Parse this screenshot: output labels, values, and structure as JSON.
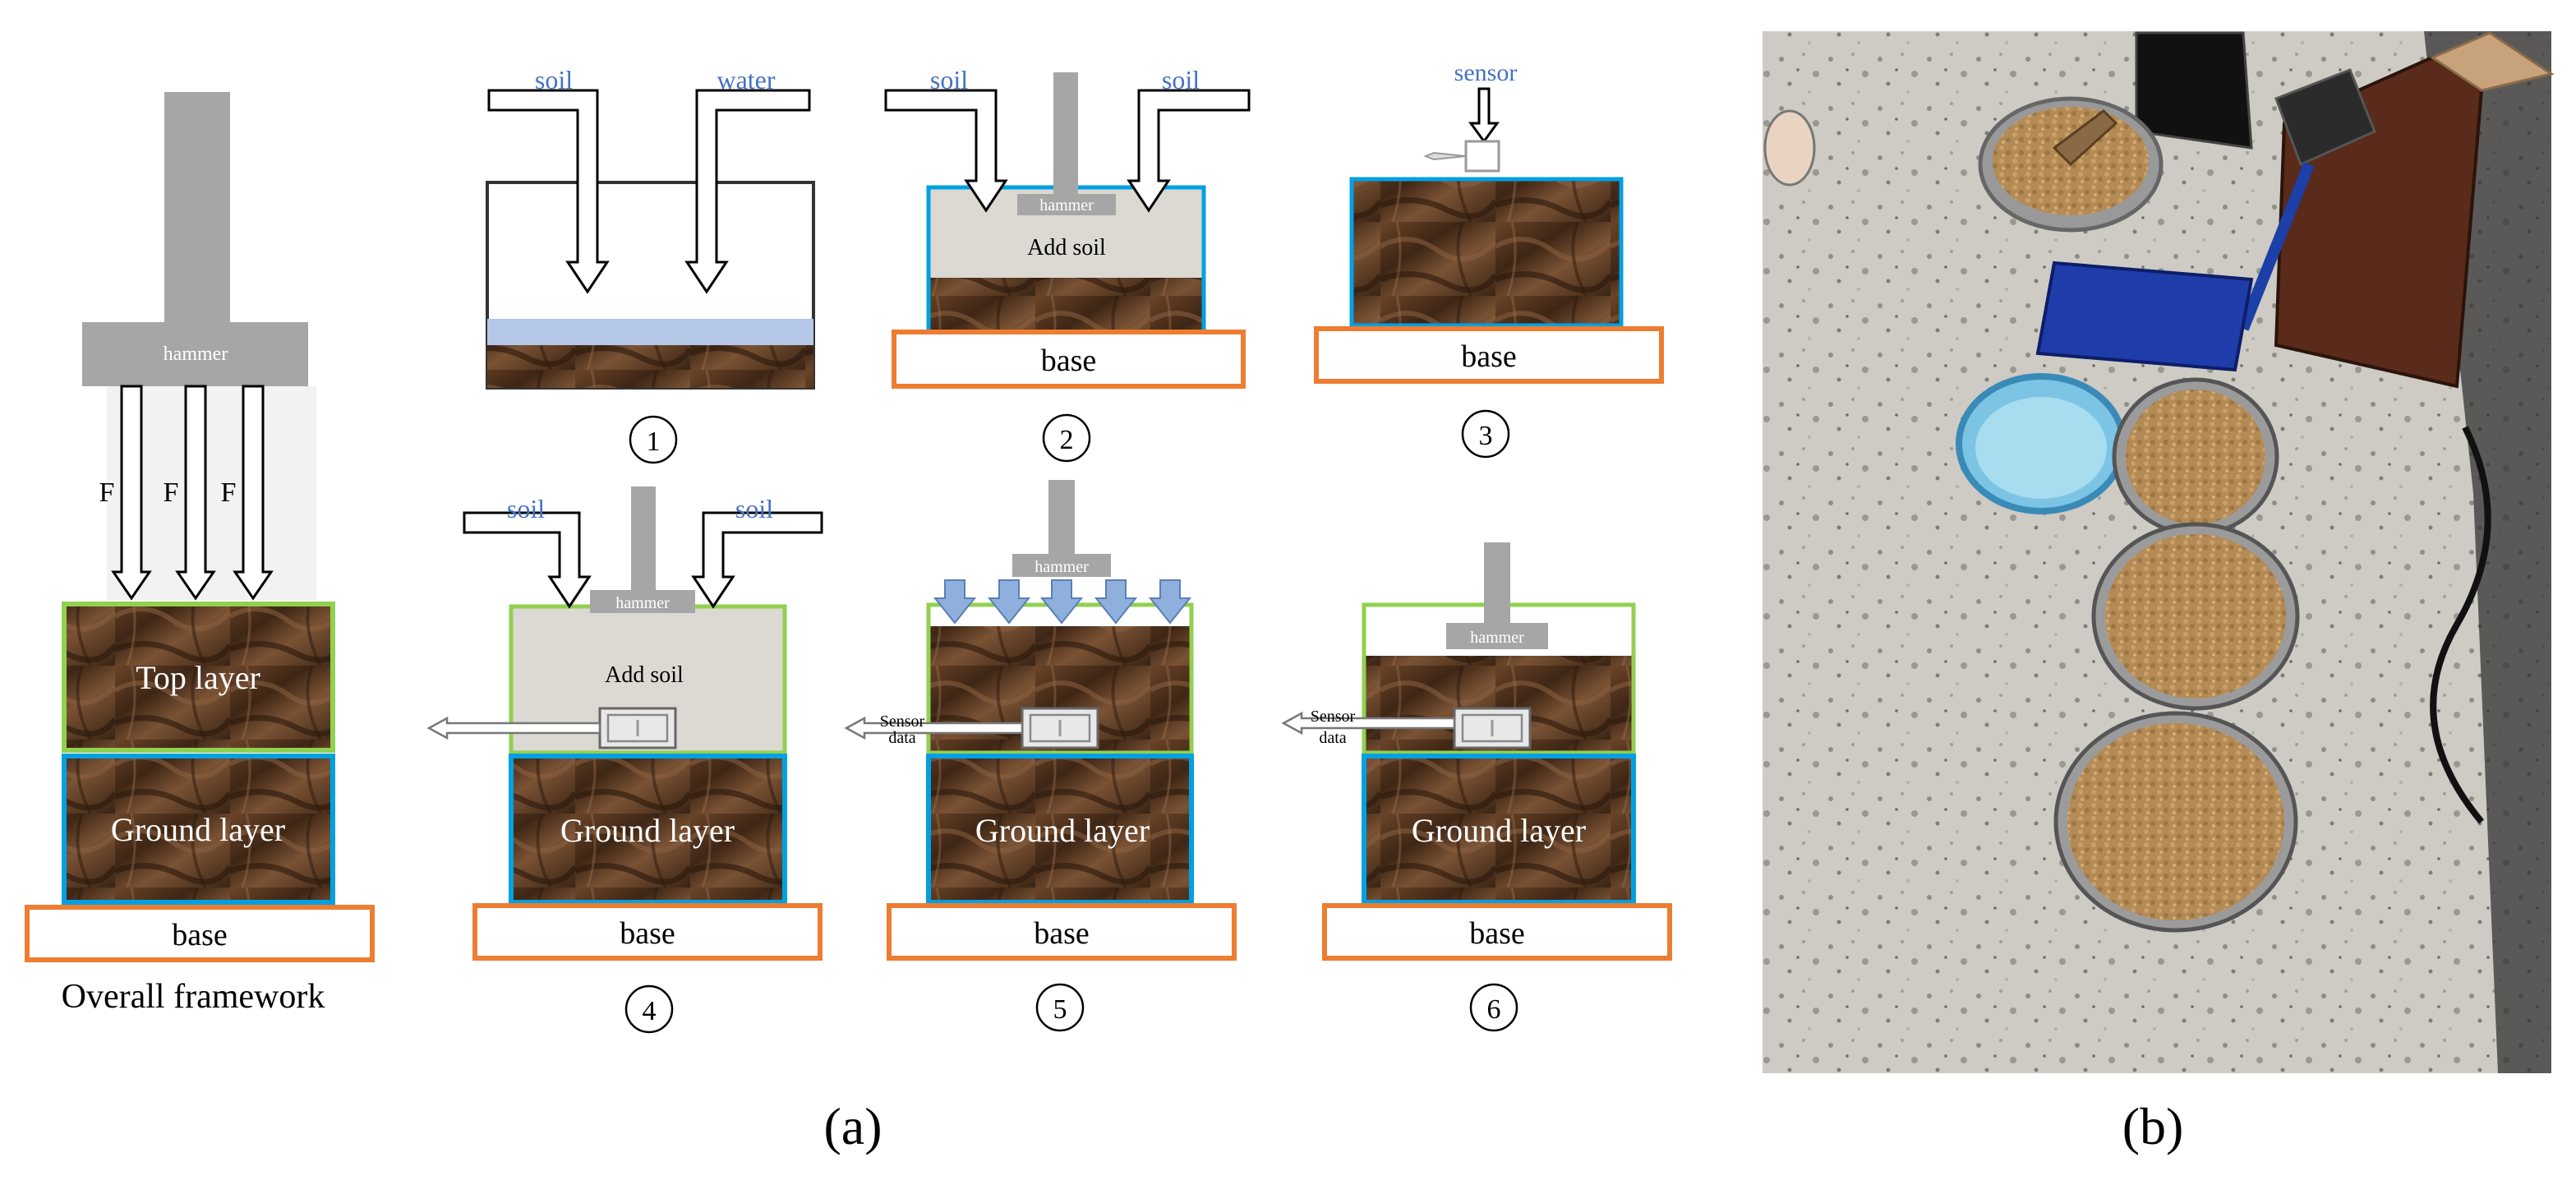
{
  "panel_a": {
    "caption": "(a)",
    "overall": {
      "hammer": "hammer",
      "force": [
        "F",
        "F",
        "F"
      ],
      "top_layer": "Top layer",
      "ground_layer": "Ground layer",
      "base": "base",
      "caption": "Overall framework"
    },
    "step1": {
      "input_left": "soil",
      "input_right": "water",
      "number": "1"
    },
    "step2": {
      "input_left": "soil",
      "input_right": "soil",
      "hammer": "hammer",
      "fill_label": "Add soil",
      "base": "base",
      "number": "2"
    },
    "step3": {
      "sensor": "sensor",
      "base": "base",
      "number": "3"
    },
    "step4": {
      "input_left": "soil",
      "input_right": "soil",
      "hammer": "hammer",
      "fill_label": "Add soil",
      "ground_layer": "Ground layer",
      "base": "base",
      "number": "4"
    },
    "step5": {
      "hammer": "hammer",
      "sensor_out": [
        "Sensor",
        "data"
      ],
      "ground_layer": "Ground layer",
      "base": "base",
      "number": "5"
    },
    "step6": {
      "hammer": "hammer",
      "sensor_out": [
        "Sensor",
        "data"
      ],
      "ground_layer": "Ground layer",
      "base": "base",
      "number": "6"
    }
  },
  "panel_b": {
    "caption": "(b)"
  },
  "colors": {
    "hammer": "#a6a6a6",
    "base_border": "#ed7d31",
    "ground_border": "#00a0e3",
    "top_border": "#92d050",
    "soil": "#5a3a22",
    "water": "#b4c7e7",
    "label_blue": "#4472c4",
    "added_soil": "#dcd8d2"
  }
}
